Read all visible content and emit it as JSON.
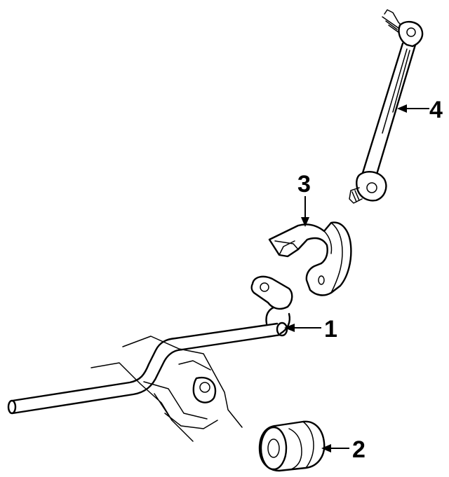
{
  "callouts": [
    {
      "id": "1",
      "label": "1",
      "part": "stabilizer-bar"
    },
    {
      "id": "2",
      "label": "2",
      "part": "bushing"
    },
    {
      "id": "3",
      "label": "3",
      "part": "bushing-bracket"
    },
    {
      "id": "4",
      "label": "4",
      "part": "stabilizer-link"
    }
  ]
}
